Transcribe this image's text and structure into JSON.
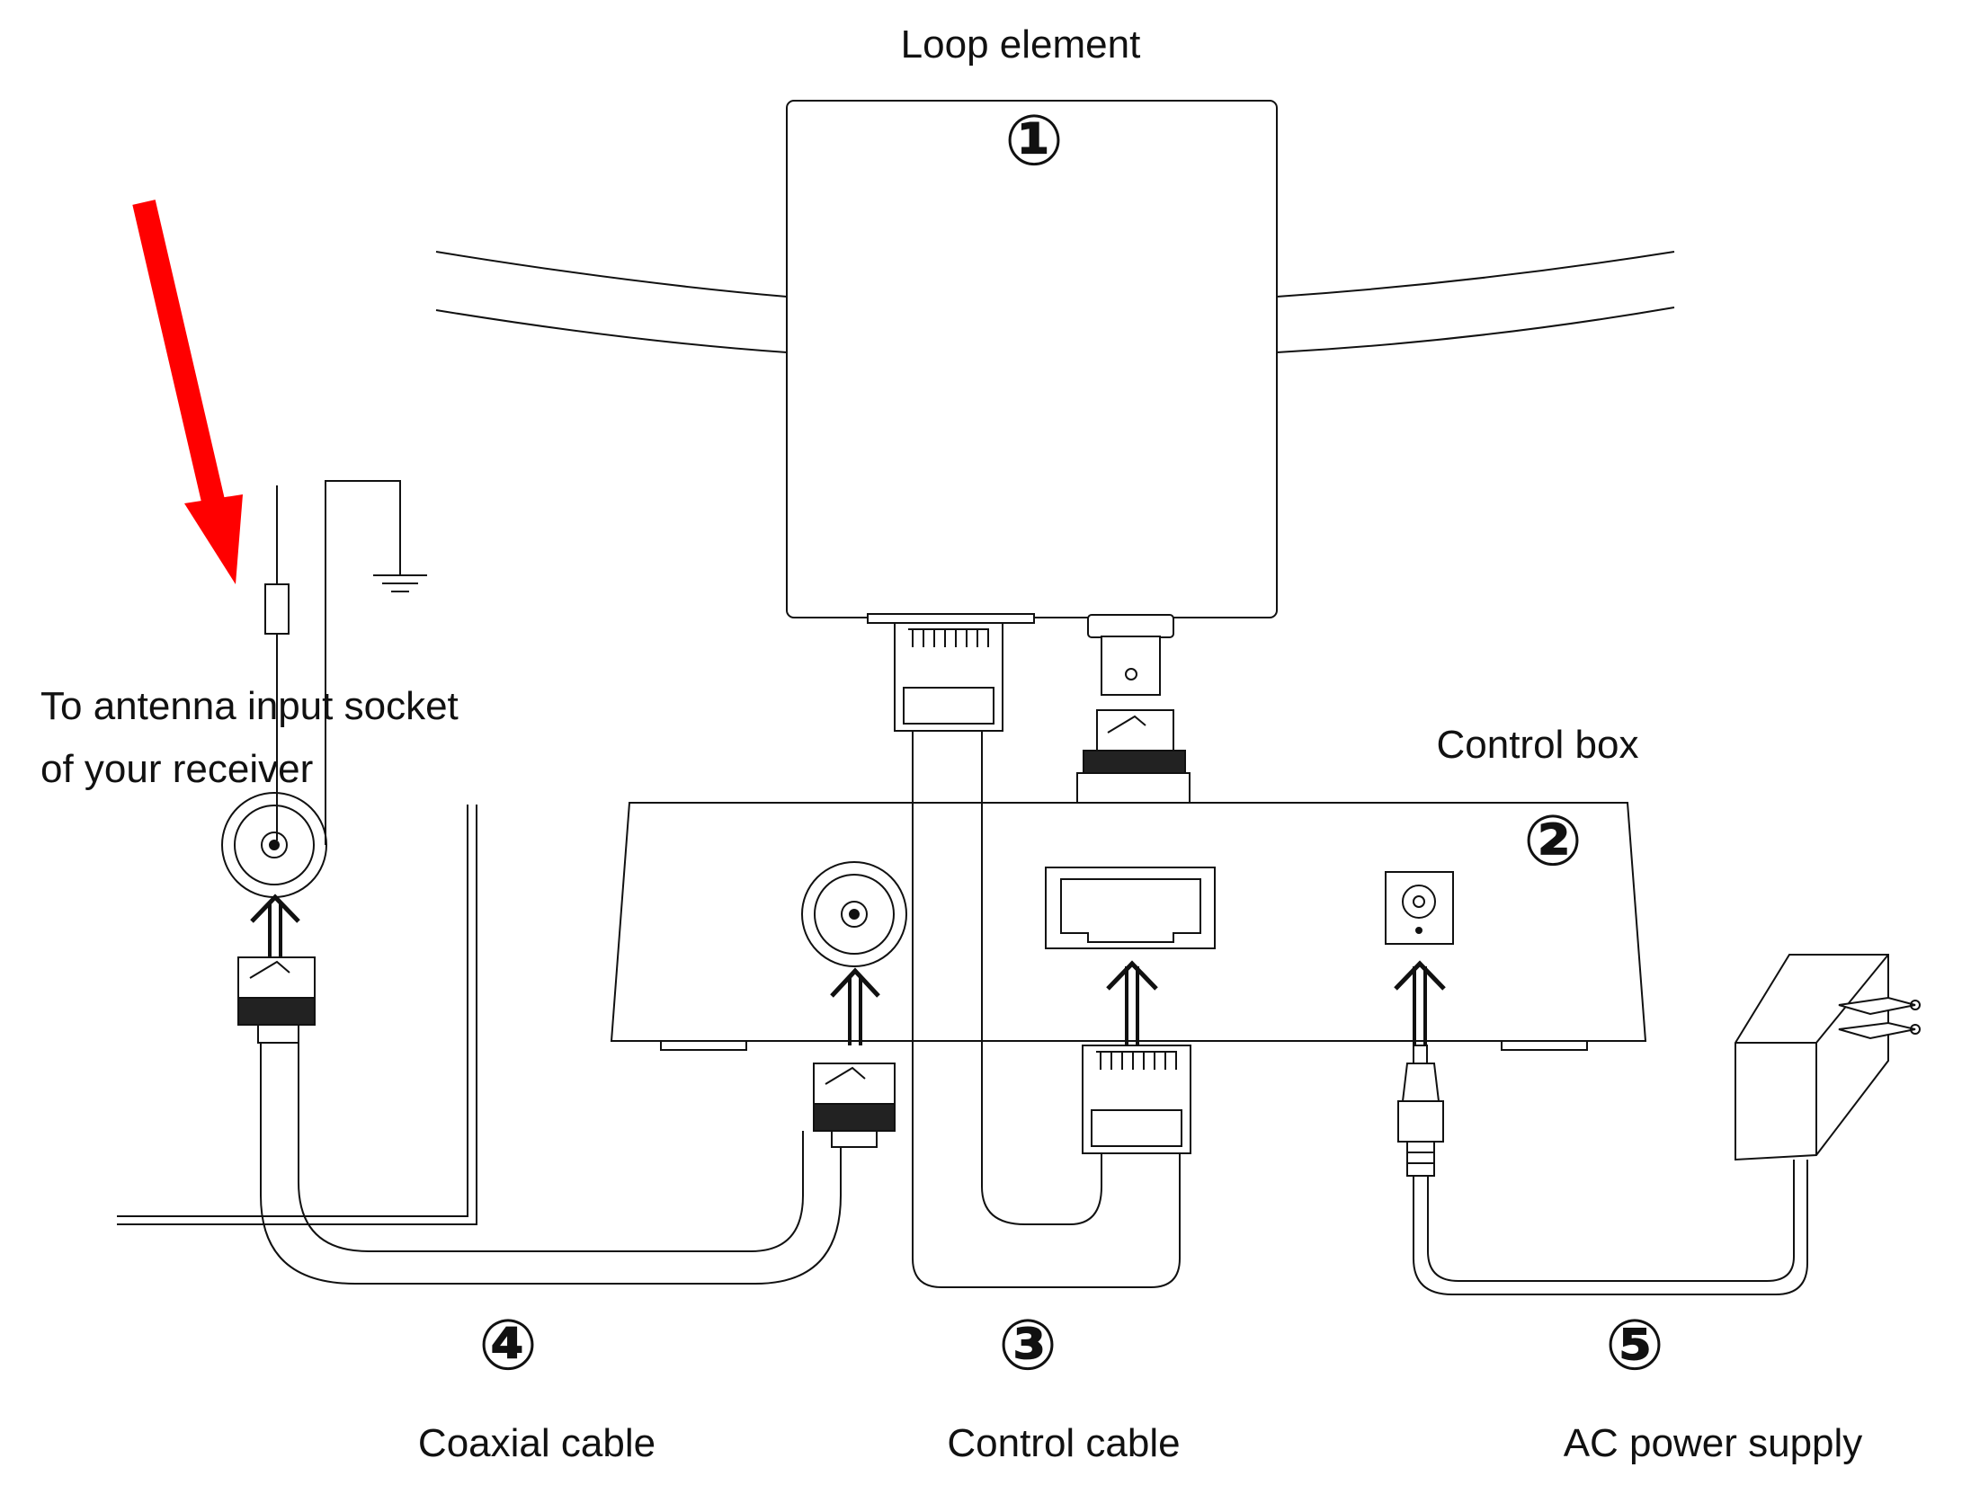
{
  "labels": {
    "loop_element": "Loop element",
    "control_box": "Control box",
    "antenna_socket_line1": "To antenna input socket",
    "antenna_socket_line2": "of your receiver",
    "coaxial_cable": "Coaxial cable",
    "control_cable": "Control cable",
    "ac_power_supply": "AC power supply"
  },
  "markers": {
    "loop_element": "①",
    "control_box": "②",
    "control_cable": "③",
    "coaxial_cable": "④",
    "ac_power_supply": "⑤"
  },
  "colors": {
    "line": "#111111",
    "highlight_arrow": "#ff0000",
    "background": "#ffffff"
  }
}
